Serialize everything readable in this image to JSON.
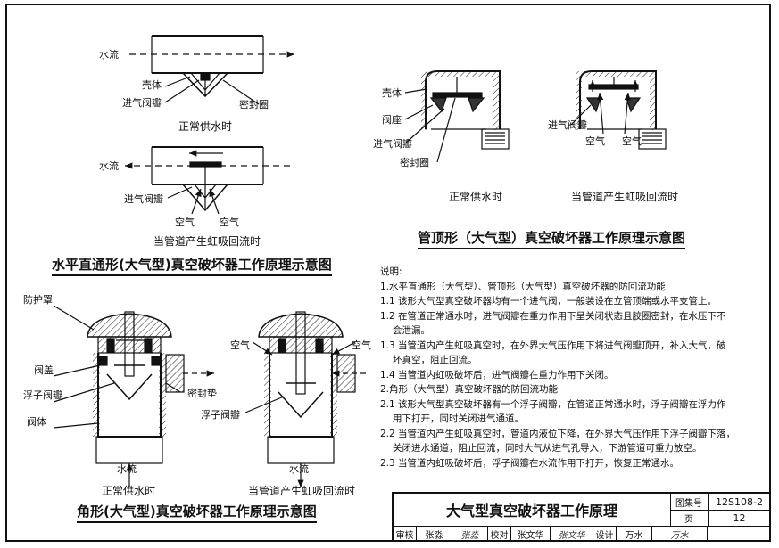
{
  "fig1": {
    "labels": {
      "water_flow_a": "水流",
      "shell": "壳体",
      "inlet_valve_a": "进气阀瓣",
      "seal_ring_a": "密封圈",
      "water_flow_b": "水流",
      "inlet_valve_b": "进气阀瓣",
      "air_a": "空气",
      "air_b": "空气"
    },
    "caption_normal": "正常供水时",
    "caption_siphon": "当管道产生虹吸回流时",
    "title": "水平直通形(大气型)真空破坏器工作原理示意图"
  },
  "fig2": {
    "labels": {
      "shell": "壳体",
      "valve_seat": "阀座",
      "inlet_valve": "进气阀瓣",
      "seal_ring": "密封圈",
      "inlet_valve_r": "进气阀瓣",
      "air_a": "空气",
      "air_b": "空气"
    },
    "caption_normal": "正常供水时",
    "caption_siphon": "当管道产生虹吸回流时",
    "title": "管顶形（大气型）真空破坏器工作原理示意图"
  },
  "fig3": {
    "labels": {
      "cover": "防护罩",
      "bonnet": "阀盖",
      "float_valve": "浮子阀瓣",
      "body": "阀体",
      "gasket": "密封垫",
      "float_valve_r": "浮子阀瓣",
      "air_l": "空气",
      "air_r": "空气",
      "water_l": "水流",
      "water_r": "水流"
    },
    "caption_normal": "正常供水时",
    "caption_siphon": "当管道产生虹吸回流时",
    "title": "角形(大气型)真空破坏器工作原理示意图"
  },
  "notes": {
    "heading": "说明:",
    "items": [
      "1.水平直通形（大气型）、管顶形（大气型）真空破坏器的防回流功能",
      "1.1 该形大气型真空破坏器均有一个进气阀，一般装设在立管顶端或水平支管上。",
      "1.2 在管道正常通水时，进气阀瓣在重力作用下呈关闭状态且胶圈密封，在水压下不",
      "会泄漏。",
      "1.3 当管道内产生虹吸真空时，在外界大气压作用下将进气阀瓣顶开，补入大气，破",
      "坏真空，阻止回流。",
      "1.4 当管道内虹吸破坏后，进气阀瓣在重力作用下关闭。",
      "2.角形（大气型）真空破坏器的防回流功能",
      "2.1 该形大气型真空破坏器有一个浮子阀瓣，在管道正常通水时，浮子阀瓣在浮力作",
      "用下打开，同时关闭进气通道。",
      "2.2 当管道内产生虹吸真空时，管道内液位下降，在外界大气压作用下浮子阀瓣下落，",
      "关闭进水通道，阻止回流，同时大气从进气孔导入，下游管道可重力放空。",
      "2.3 当管道内虹吸破坏后，浮子阀瓣在水流作用下打开，恢复正常通水。"
    ]
  },
  "titleblock": {
    "title": "大气型真空破坏器工作原理",
    "atlas_label": "图集号",
    "atlas_no": "12S108-2",
    "page_label": "页",
    "page_no": "12",
    "review_label": "审核",
    "reviewer": "张淼",
    "reviewer_sig": "张淼",
    "check_label": "校对",
    "checker": "张文华",
    "checker_sig": "张文华",
    "design_label": "设计",
    "designer": "万水",
    "designer_sig": "万水"
  }
}
